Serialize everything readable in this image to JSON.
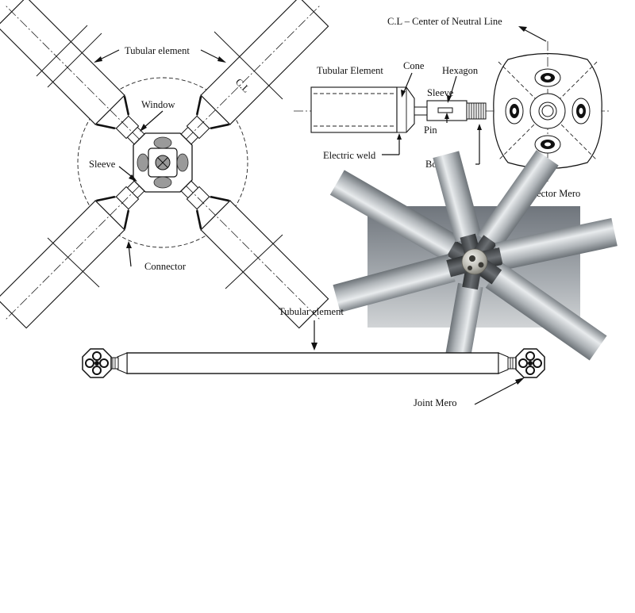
{
  "labels": {
    "tubular_element_top": "Tubular element",
    "cl_short": "C.L",
    "window": "Window",
    "sleeve_left": "Sleeve",
    "connector": "Connector",
    "cl_center": "C.L – Center of Neutral Line",
    "tubular_element_right": "Tubular Element",
    "cone": "Cone",
    "hexagon": "Hexagon",
    "sleeve_right": "Sleeve",
    "pin": "Pin",
    "electric_weld": "Electric weld",
    "bolt": "Bolt",
    "connector_mero": "Connector Mero",
    "tubular_element_bottom": "Tubular element",
    "joint_mero": "Joint Mero"
  },
  "colors": {
    "line": "#111111",
    "fill_grey": "#9a9a9a",
    "photo_bg": "#8f959c",
    "steel": "#c3c8cc"
  }
}
